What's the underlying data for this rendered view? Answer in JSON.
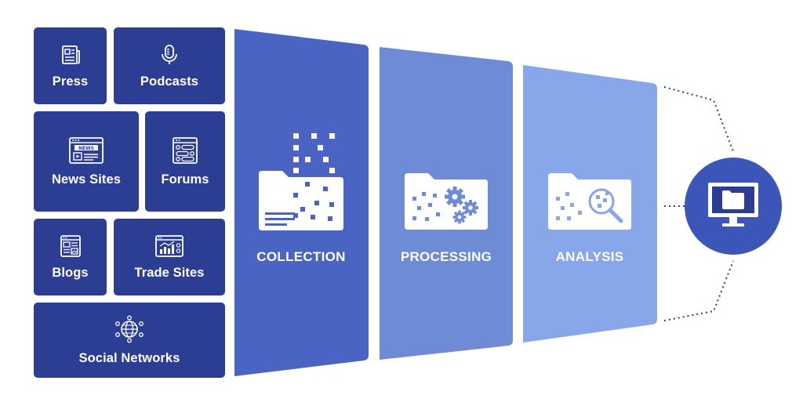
{
  "sources": {
    "press": {
      "label": "Press",
      "icon": "newspaper-icon"
    },
    "podcasts": {
      "label": "Podcasts",
      "icon": "microphone-icon"
    },
    "news_sites": {
      "label": "News Sites",
      "icon": "news-browser-icon"
    },
    "forums": {
      "label": "Forums",
      "icon": "forum-icon"
    },
    "blogs": {
      "label": "Blogs",
      "icon": "blog-icon"
    },
    "trade_sites": {
      "label": "Trade Sites",
      "icon": "trade-chart-icon"
    },
    "social_networks": {
      "label": "Social Networks",
      "icon": "globe-network-icon"
    }
  },
  "stages": [
    {
      "label": "COLLECTION",
      "icon": "folder-data-icon"
    },
    {
      "label": "PROCESSING",
      "icon": "folder-gears-icon"
    },
    {
      "label": "ANALYSIS",
      "icon": "folder-search-icon"
    }
  ],
  "output": {
    "icon": "monitor-folder-icon"
  },
  "colors": {
    "tile": "#2c3e94",
    "collection": "#4a64c4",
    "processing": "#6e8bd6",
    "analysis": "#88a6ea",
    "output_circle": "#3c55b9",
    "connector": "#2c3e94",
    "icon_white": "#ffffff",
    "icon_detail": "#4a64c4"
  }
}
